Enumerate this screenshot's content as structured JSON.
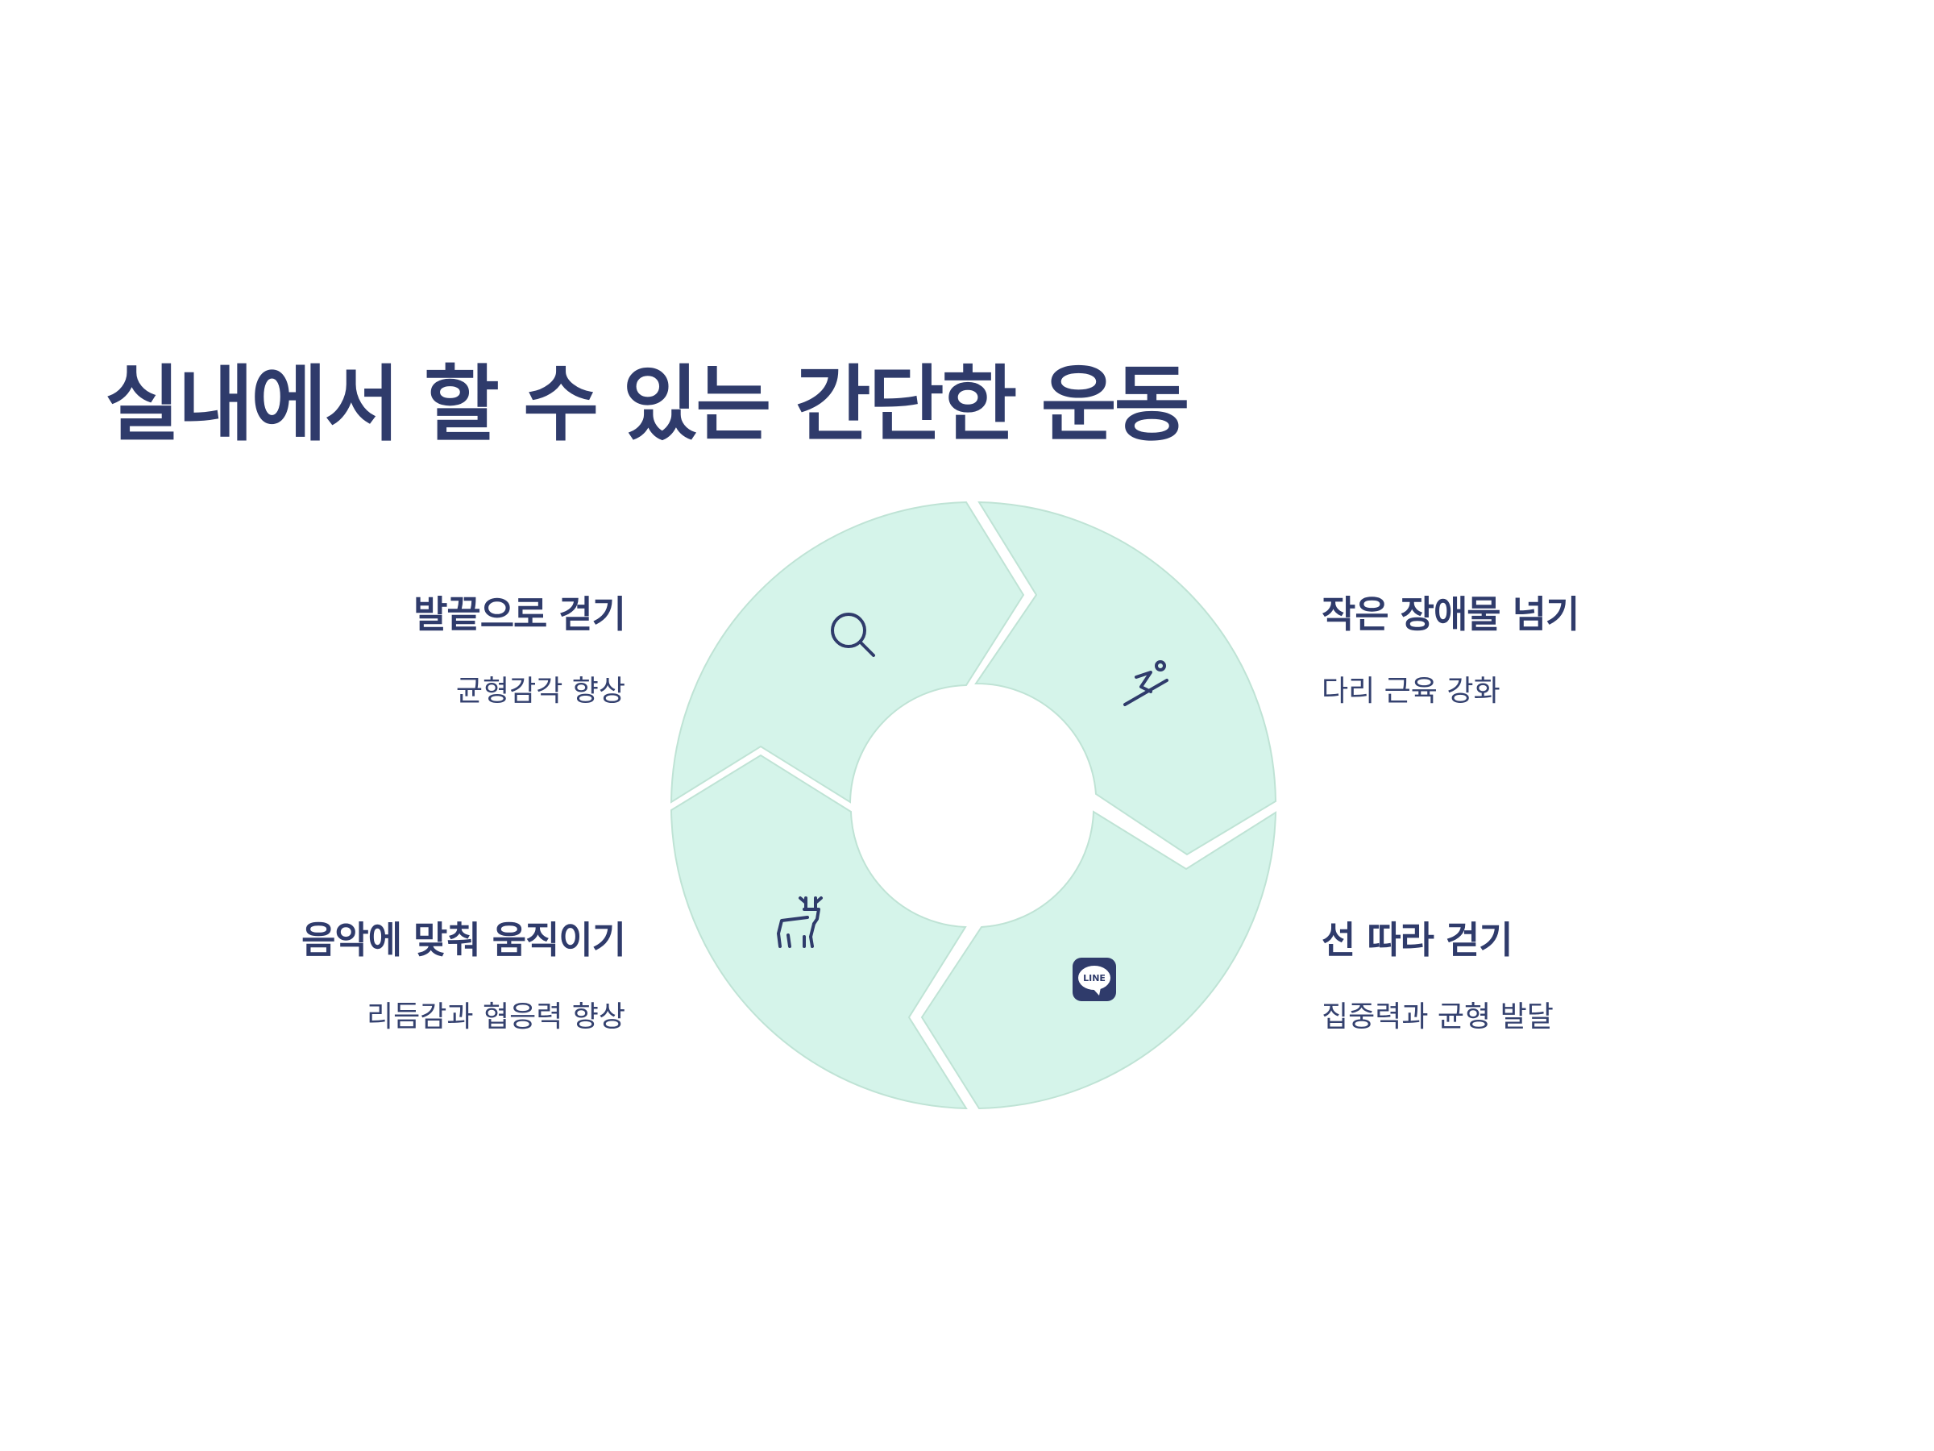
{
  "title": "실내에서 할 수 있는 간단한 운동",
  "colors": {
    "segment_fill": "#d5f4ea",
    "segment_stroke": "#bfe3d5",
    "text": "#2f3b6b",
    "background": "#ffffff"
  },
  "items": [
    {
      "title": "발끝으로 걷기",
      "desc": "균형감각 향상",
      "icon": "search-icon"
    },
    {
      "title": "작은 장애물 넘기",
      "desc": "다리 근육 강화",
      "icon": "ski-jump-icon"
    },
    {
      "title": "선 따라 걷기",
      "desc": "집중력과 균형 발달",
      "icon": "line-app-icon",
      "icon_text": "LINE"
    },
    {
      "title": "음악에 맞춰 움직이기",
      "desc": "리듬감과 협응력 향상",
      "icon": "deer-icon"
    }
  ]
}
